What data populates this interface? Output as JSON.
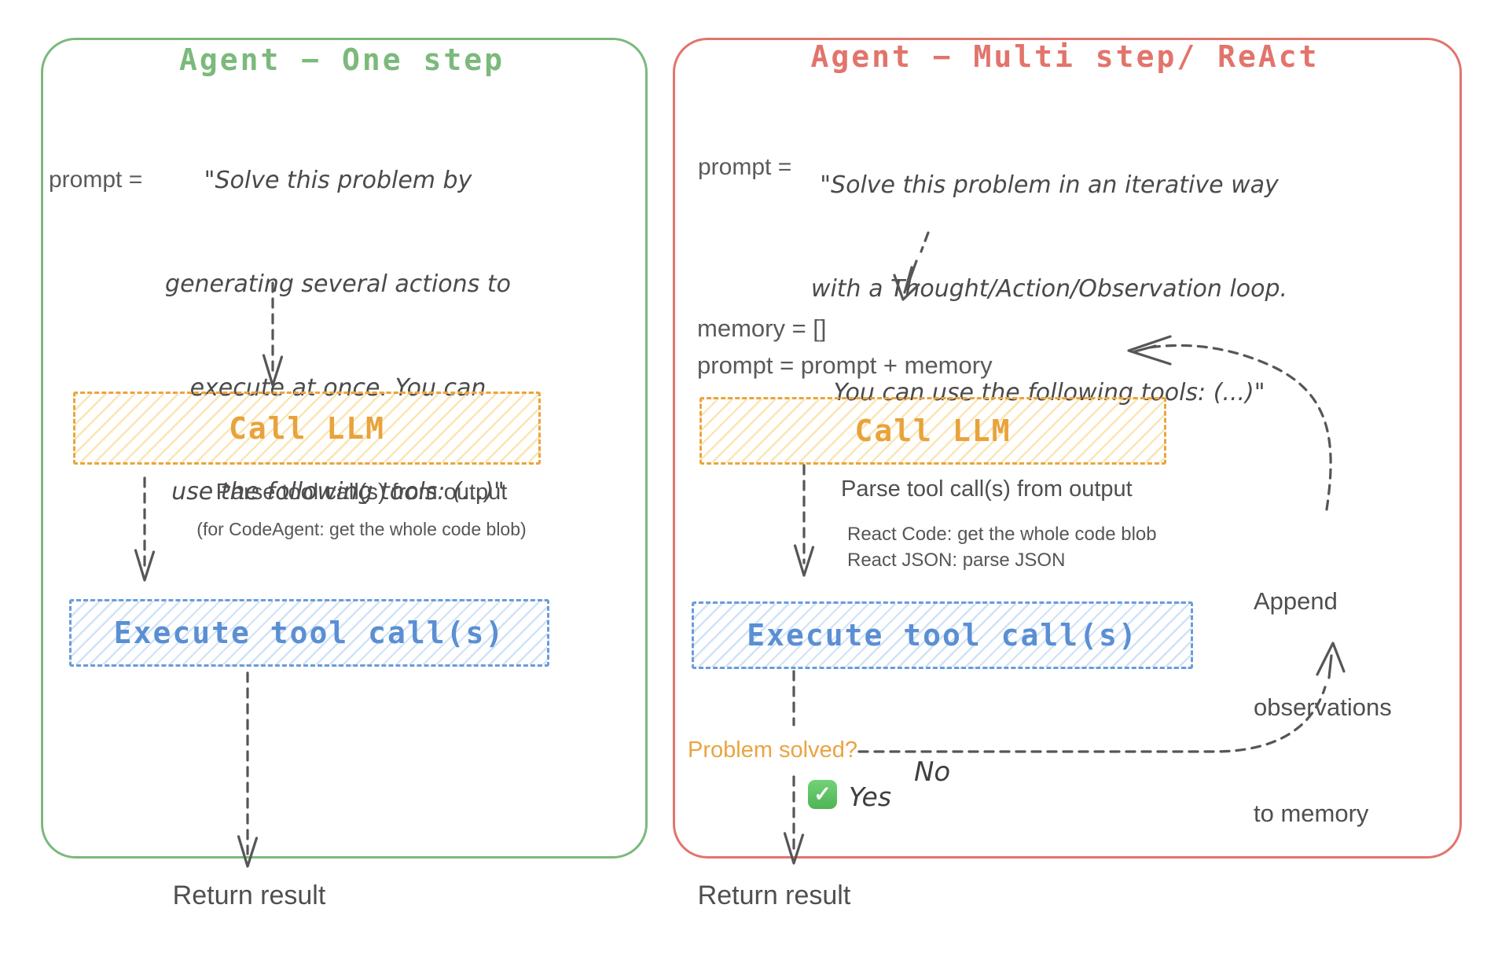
{
  "left_panel": {
    "title": "Agent − One step",
    "prompt_label": "prompt =",
    "prompt_lines": [
      "\"Solve this problem by",
      "generating several actions to",
      "execute at once. You can",
      "use the following tools: (...)\""
    ],
    "call_llm_label": "Call LLM",
    "parse_title": "Parse tool call(s) from output",
    "parse_note": "(for CodeAgent: get the whole code blob)",
    "execute_label": "Execute tool call(s)",
    "return_label": "Return result"
  },
  "right_panel": {
    "title": "Agent − Multi step/ ReAct",
    "prompt_label": "prompt =",
    "prompt_lines": [
      "\"Solve this problem in an iterative way",
      "with a Thought/Action/Observation loop.",
      "You can use the following tools: (...)\""
    ],
    "memory_line1": "memory = []",
    "memory_line2": "prompt = prompt + memory",
    "call_llm_label": "Call LLM",
    "parse_title": "Parse tool call(s) from output",
    "parse_note_line1": "React Code: get the whole code blob",
    "parse_note_line2": "React JSON: parse JSON",
    "execute_label": "Execute tool call(s)",
    "problem_solved_label": "Problem solved?",
    "yes_check_glyph": "✓",
    "yes_label": "Yes",
    "no_label": "No",
    "append_lines": [
      "Append",
      "observations",
      "to memory"
    ],
    "return_label": "Return result"
  },
  "colors": {
    "green": "#7cb97b",
    "red": "#e2746c",
    "orange": "#e9a53e",
    "orange_text": "#e8a33c",
    "blue": "#6b9bd8",
    "blue_text": "#5b8fd3",
    "problem_orange": "#eaa441",
    "check_green": "#58c05c",
    "text_gray": "#4f4f4f",
    "arrow_gray": "#565656"
  }
}
